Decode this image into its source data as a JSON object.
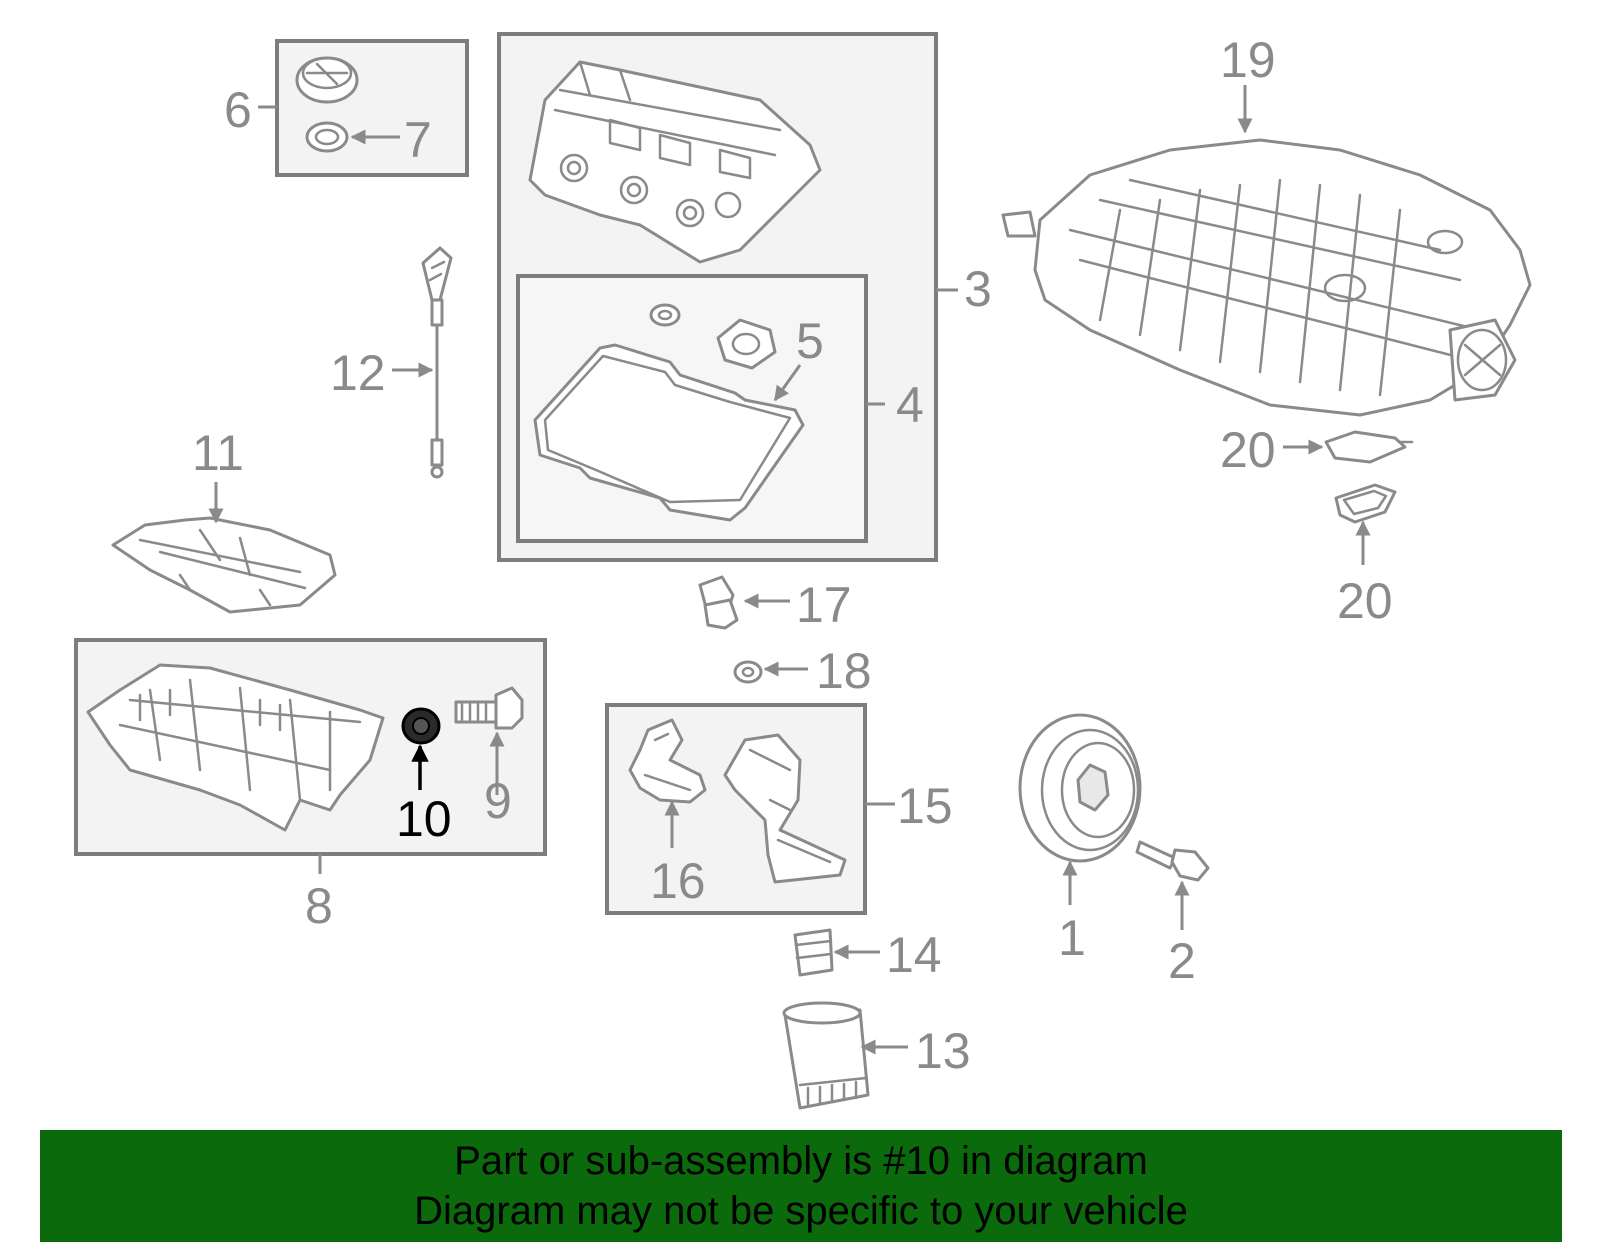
{
  "callouts": {
    "c1": "1",
    "c2": "2",
    "c3": "3",
    "c4": "4",
    "c5": "5",
    "c6": "6",
    "c7": "7",
    "c8": "8",
    "c9": "9",
    "c10": "10",
    "c11": "11",
    "c12": "12",
    "c13": "13",
    "c14": "14",
    "c15": "15",
    "c16": "16",
    "c17": "17",
    "c18": "18",
    "c19": "19",
    "c20a": "20",
    "c20b": "20"
  },
  "highlighted_part": "10",
  "colors": {
    "banner": "#0b6a0b",
    "highlight": "#000000",
    "line": "#8a8a8a"
  },
  "banner": {
    "line1": "Part or sub-assembly is #10 in diagram",
    "line2": "Diagram may not be specific to your vehicle"
  }
}
